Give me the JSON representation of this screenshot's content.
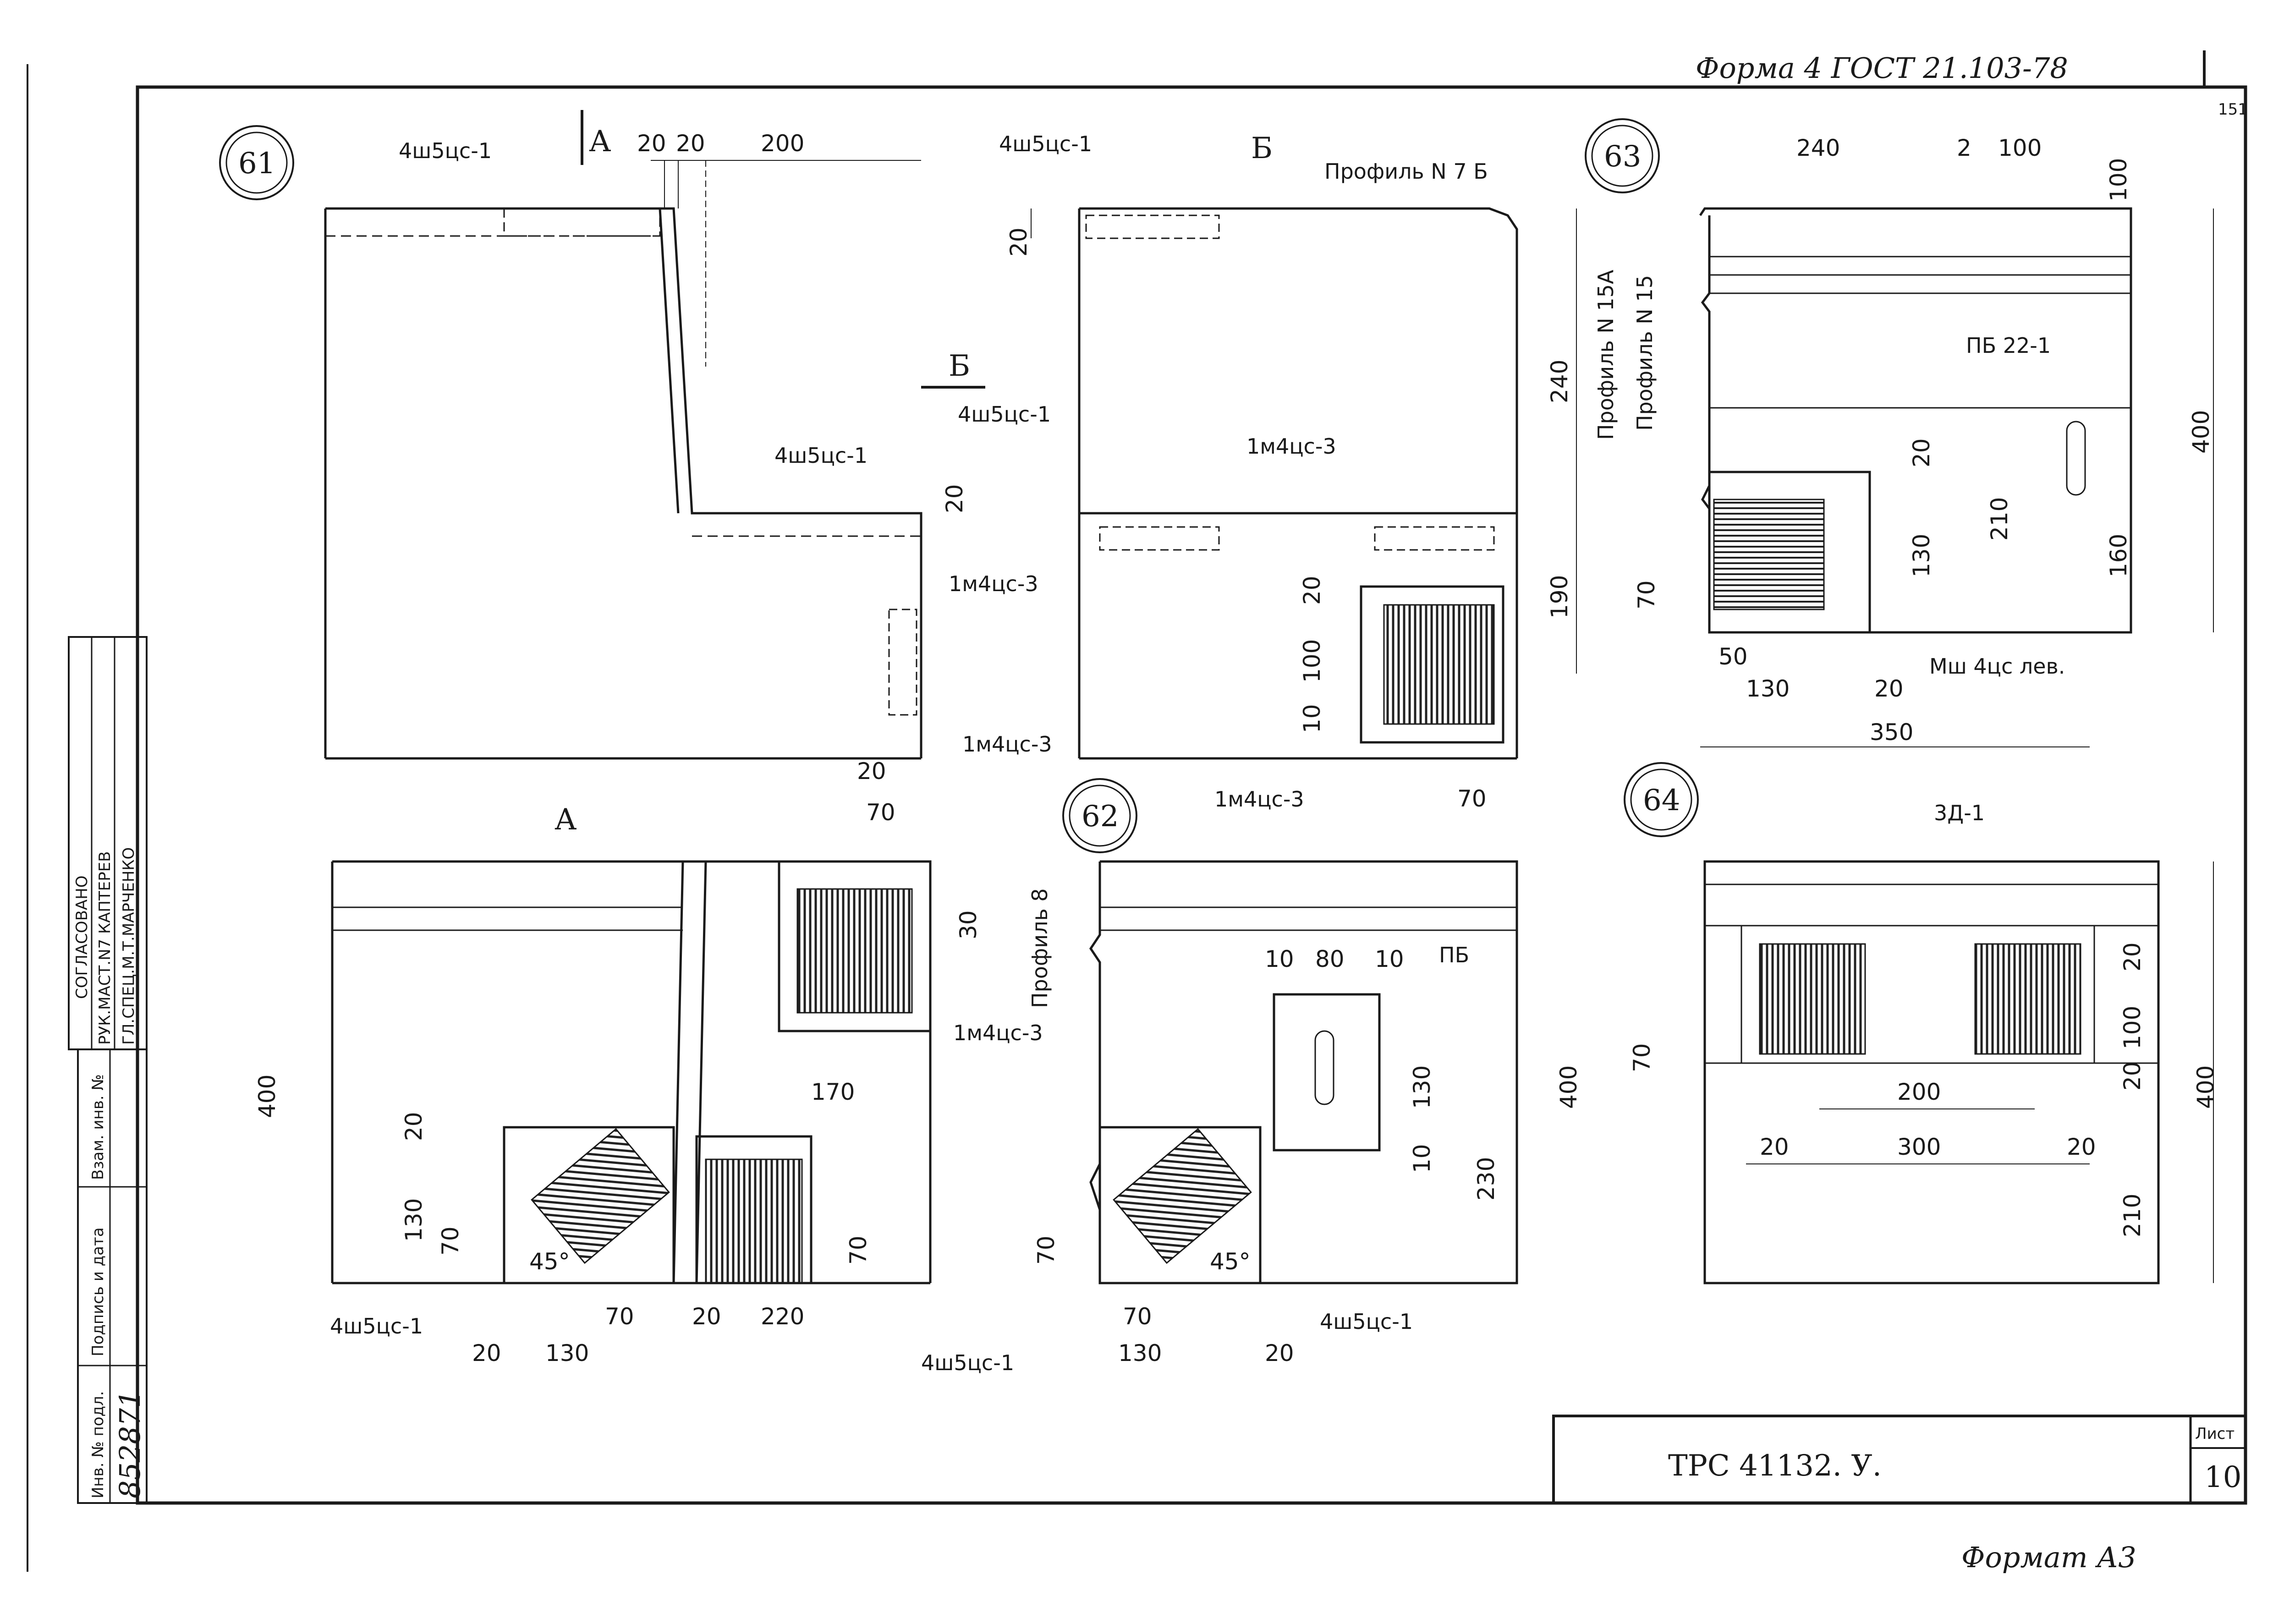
{
  "header": {
    "form_note": "Форма 4 ГОСТ 21.103-78",
    "sheet_corner_number": "151",
    "format_note": "Формат А3"
  },
  "title_block": {
    "document_code": "ТРС 41132. У.",
    "sheet_label": "Лист",
    "sheet_number": "10"
  },
  "approval_stamp": {
    "heading": "СОГЛАСОВАНО",
    "line1": "РУК.МАСТ.N7 КАПТЕРЕВ",
    "line2": "ГЛ.СПЕЦ.М.Т.МАРЧЕНКО",
    "col_inv_no": "Инв. № подл.",
    "col_sign_date": "Подпись и дата",
    "col_replace_inv": "Взам. инв. №",
    "inv_number": "852871"
  },
  "details": {
    "d61": {
      "number": "61",
      "section_a_marker": "А",
      "section_b_marker": "Б",
      "labels": [
        "4ш5цс-1",
        "4ш5цс-1",
        "1м4цс-3",
        "1м4цс-3"
      ],
      "dims": [
        "20",
        "20",
        "200",
        "20",
        "20"
      ]
    },
    "d61_view_b": {
      "title": "Б",
      "labels": [
        "4ш5цс-1",
        "Профиль N 7 Б",
        "4ш5цс-1",
        "1м4цс-3",
        "1м4цс-3"
      ],
      "dims": [
        "20",
        "240",
        "20",
        "190",
        "100",
        "10",
        "70"
      ]
    },
    "d61_view_a": {
      "title": "А",
      "labels": [
        "1м4цс-3",
        "4ш5цс-1",
        "4ш5цс-1"
      ],
      "dims": [
        "70",
        "30",
        "170",
        "400",
        "20",
        "130",
        "70",
        "45°",
        "70",
        "20",
        "70",
        "20",
        "220",
        "130"
      ]
    },
    "d62": {
      "number": "62",
      "labels": [
        "Профиль 8",
        "ПБ",
        "4ш5цс-1"
      ],
      "dims": [
        "10",
        "80",
        "10",
        "130",
        "10",
        "400",
        "230",
        "70",
        "45°",
        "70",
        "130",
        "20"
      ]
    },
    "d63": {
      "number": "63",
      "labels": [
        "Профиль N 15А",
        "Профиль N 15",
        "ПБ 22-1",
        "Мш 4цс лев."
      ],
      "dims": [
        "240",
        "2",
        "100",
        "100",
        "400",
        "210",
        "160",
        "20",
        "130",
        "70",
        "50",
        "130",
        "20",
        "350"
      ]
    },
    "d64": {
      "number": "64",
      "labels": [
        "3Д-1"
      ],
      "dims": [
        "20",
        "100",
        "20",
        "70",
        "200",
        "400",
        "20",
        "300",
        "20",
        "210"
      ]
    }
  }
}
